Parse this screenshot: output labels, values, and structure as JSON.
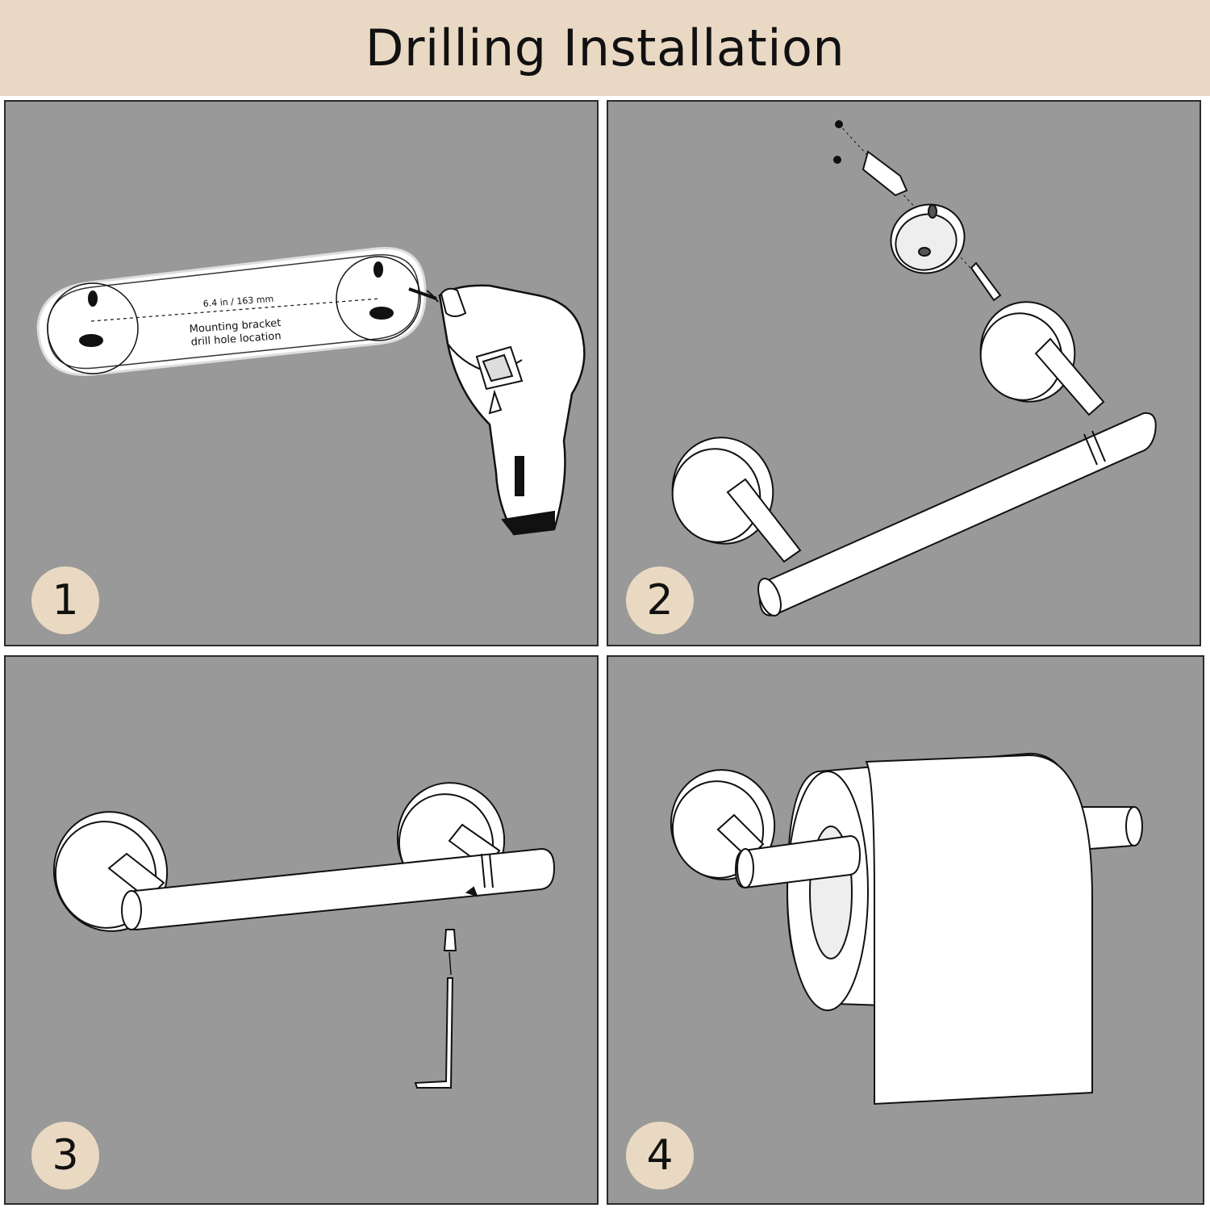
{
  "header": {
    "title": "Drilling Installation"
  },
  "steps": [
    {
      "number": "1",
      "dimension_label": "6.4 in / 163 mm",
      "template_line1": "Mounting bracket",
      "template_line2": "drill hole location"
    },
    {
      "number": "2"
    },
    {
      "number": "3"
    },
    {
      "number": "4"
    }
  ],
  "colors": {
    "header_bg": "#e9d9c4",
    "panel_bg": "#999999",
    "badge_bg": "#ead9c2",
    "line": "#111111"
  }
}
